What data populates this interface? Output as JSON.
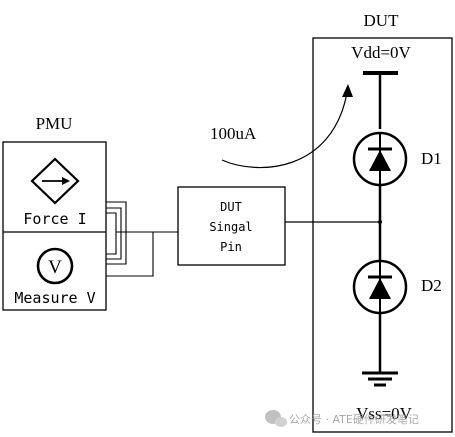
{
  "dut": {
    "title": "DUT",
    "vdd_label": "Vdd=0V",
    "vss_label": "Vss=0V",
    "d1_label": "D1",
    "d2_label": "D2"
  },
  "pmu": {
    "title": "PMU",
    "force_label": "Force I",
    "measure_label": "Measure V",
    "voltmeter_symbol": "V"
  },
  "pin": {
    "line1": "DUT",
    "line2": "Singal",
    "line3": "Pin"
  },
  "current_label": "100uA",
  "watermark": "公众号 · ATE硬件研发笔记",
  "icons": [
    "current-source-icon",
    "voltmeter-icon",
    "diode-icon",
    "ground-icon",
    "wechat-icon"
  ]
}
